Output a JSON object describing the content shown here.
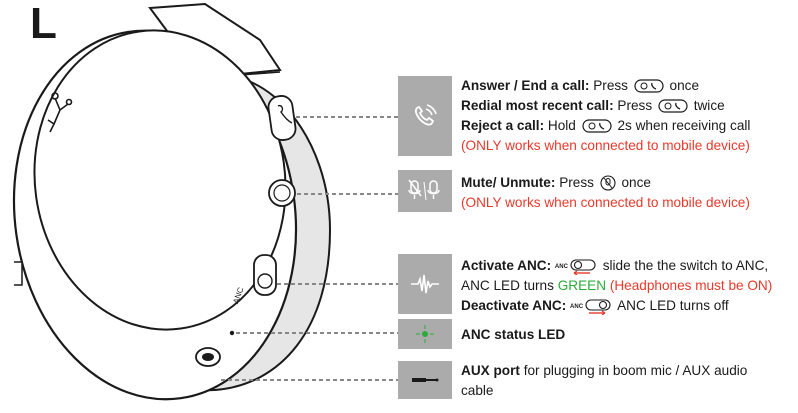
{
  "ear_label": "L",
  "answer": {
    "title": "Answer / End a call:",
    "text_pre": "Press",
    "text_post": "once"
  },
  "redial": {
    "title": "Redial most recent call:",
    "text_pre": "Press",
    "text_post": "twice"
  },
  "reject": {
    "title": "Reject a call:",
    "text_pre": "Hold",
    "text_post": "2s when receiving call"
  },
  "call_note": "(ONLY works when connected to mobile device)",
  "mute": {
    "title": "Mute/ Unmute:",
    "text_pre": "Press",
    "text_post": "once",
    "note": "(ONLY works when connected to mobile device)"
  },
  "anc": {
    "activate_title": "Activate ANC:",
    "switch_label": "ANC",
    "activate_text": "slide the the switch to ANC,",
    "led_text_pre": "ANC LED turns",
    "led_color_word": "GREEN",
    "led_note": "(Headphones must be ON)",
    "deactivate_title": "Deactivate ANC:",
    "deactivate_text": "ANC LED turns off"
  },
  "status_led": {
    "title": "ANC status LED"
  },
  "aux": {
    "title": "AUX port",
    "text_line1": "for plugging in boom mic / AUX audio",
    "text_line2": "cable"
  },
  "device_anc_label": "ANC",
  "colors": {
    "icon_box": "#ababab",
    "note_red": "#e8392b",
    "led_green": "#2cab3a"
  }
}
